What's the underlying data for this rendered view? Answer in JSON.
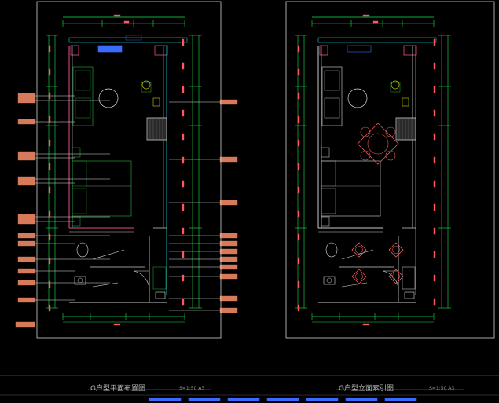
{
  "sheets": [
    {
      "title": "G户型平面布置图",
      "scale": "S=1:50 A3"
    },
    {
      "title": "G户型立面索引图",
      "scale": "S=1:50 A3"
    }
  ],
  "colors": {
    "background": "#000000",
    "frame": "#d0d0d0",
    "dimension": "#19e34a",
    "leader": "#ff5a5a",
    "tag": "#d77a5a",
    "wall": "#e64a8c",
    "blue": "#3a6bff",
    "cyan": "#22c9d8",
    "furniture": "#1c9a33",
    "index_symbol": "#e85c5c"
  }
}
